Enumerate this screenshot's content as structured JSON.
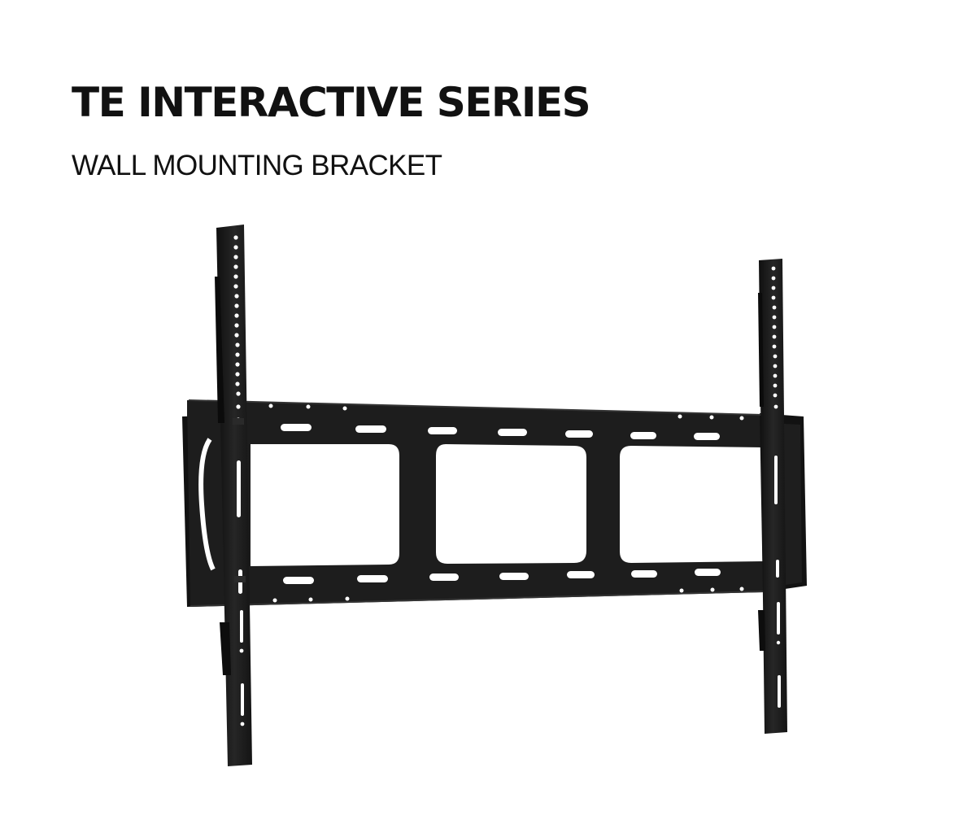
{
  "header": {
    "title": "TE INTERACTIVE SERIES",
    "subtitle": "WALL MOUNTING BRACKET"
  },
  "product": {
    "image": "wall-mount-bracket-illustration"
  },
  "colors": {
    "background": "#ffffff",
    "text": "#111111",
    "bracket": "#1c1c1c",
    "bracket_shadow": "#0a0a0a",
    "hole": "#ffffff"
  }
}
